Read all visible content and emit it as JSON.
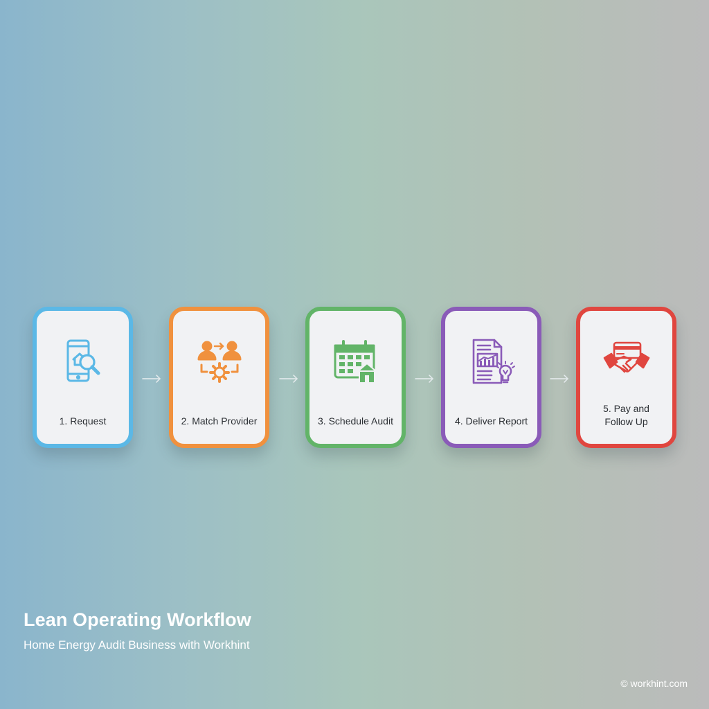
{
  "steps": [
    {
      "label": "1. Request",
      "icon": "phone-search-icon",
      "color": "#5bb8e6"
    },
    {
      "label": "2. Match Provider",
      "icon": "people-gear-icon",
      "color": "#f0913e"
    },
    {
      "label": "3. Schedule Audit",
      "icon": "calendar-house-icon",
      "color": "#62b468"
    },
    {
      "label": "4. Deliver Report",
      "icon": "report-lightbulb-icon",
      "color": "#8a5bb8"
    },
    {
      "label_lines": [
        "5. Pay and",
        "Follow Up"
      ],
      "icon": "handshake-card-icon",
      "color": "#e0463f"
    }
  ],
  "footer": {
    "title": "Lean Operating Workflow",
    "subtitle": "Home Energy Audit Business with Workhint",
    "watermark": "© workhint.com"
  }
}
